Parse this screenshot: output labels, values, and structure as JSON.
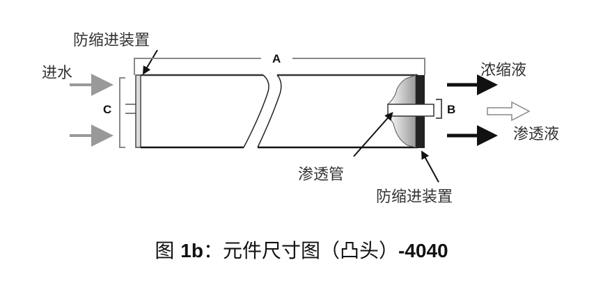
{
  "labels": {
    "anti_telescoping_top": "防缩进装置",
    "feed": "进水",
    "concentrate": "浓缩液",
    "permeate": "渗透液",
    "permeate_tube": "渗透管",
    "anti_telescoping_bottom": "防缩进装置",
    "dim_a": "A",
    "dim_b": "B",
    "dim_c": "C"
  },
  "caption": {
    "prefix": "图 ",
    "number": "1b",
    "text": "：元件尺寸图（凸头）",
    "model": "-4040"
  }
}
